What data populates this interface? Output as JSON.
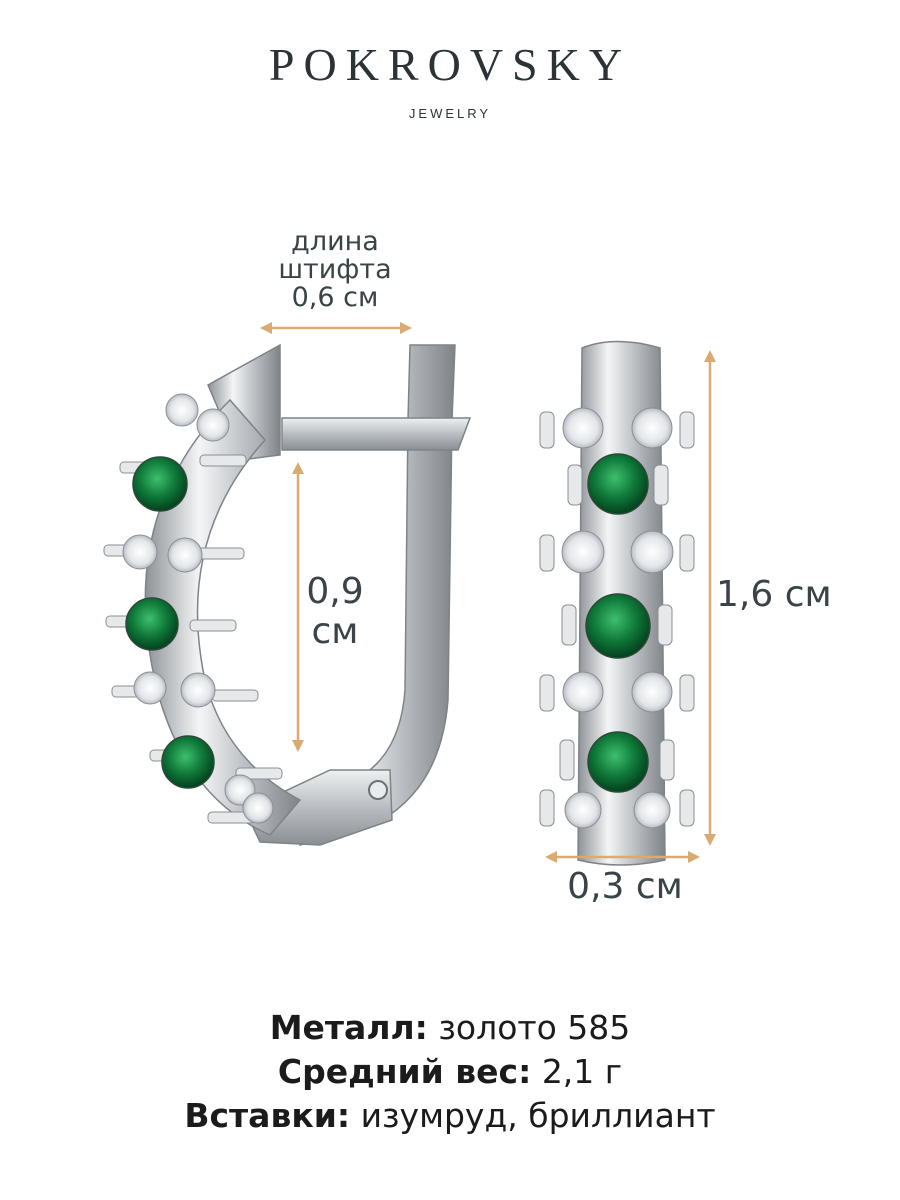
{
  "brand": {
    "name": "POKROVSKY",
    "subtitle": "JEWELRY"
  },
  "dimensions": {
    "pin_length": [
      "длина",
      "штифта",
      "0,6 см"
    ],
    "inner_height": [
      "0,9",
      "см"
    ],
    "total_height": "1,6 см",
    "width": "0,3 см"
  },
  "specs": [
    {
      "label": "Металл:",
      "value": "золото 585"
    },
    {
      "label": "Средний вес:",
      "value": "2,1 г"
    },
    {
      "label": "Вставки:",
      "value": "изумруд, бриллиант"
    }
  ],
  "colors": {
    "dimension_line": "#d9aa72",
    "emerald": "#127a3c",
    "metal": "#c9ccd0"
  }
}
